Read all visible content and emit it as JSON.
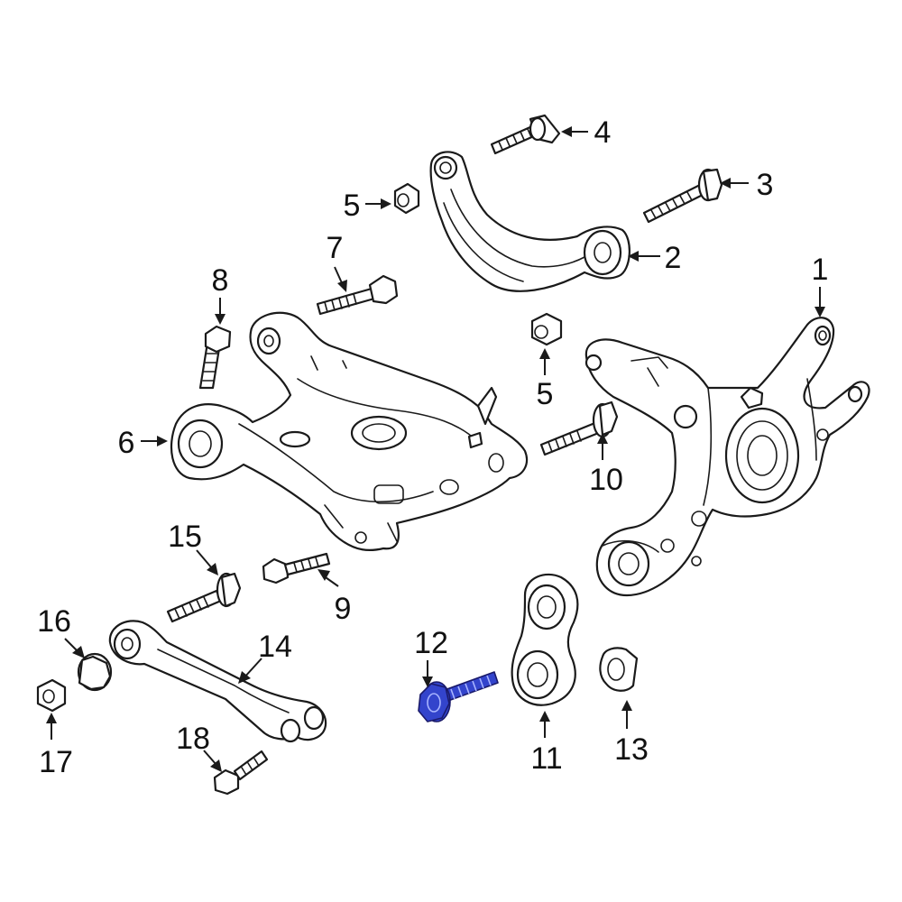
{
  "diagram": {
    "highlight_color": "#3344cc",
    "callouts": [
      {
        "id": "c1",
        "label": "1"
      },
      {
        "id": "c2",
        "label": "2"
      },
      {
        "id": "c3",
        "label": "3"
      },
      {
        "id": "c4",
        "label": "4"
      },
      {
        "id": "c5a",
        "label": "5"
      },
      {
        "id": "c5b",
        "label": "5"
      },
      {
        "id": "c6",
        "label": "6"
      },
      {
        "id": "c7",
        "label": "7"
      },
      {
        "id": "c8",
        "label": "8"
      },
      {
        "id": "c9",
        "label": "9"
      },
      {
        "id": "c10",
        "label": "10"
      },
      {
        "id": "c11",
        "label": "11"
      },
      {
        "id": "c12",
        "label": "12"
      },
      {
        "id": "c13",
        "label": "13"
      },
      {
        "id": "c14",
        "label": "14"
      },
      {
        "id": "c15",
        "label": "15"
      },
      {
        "id": "c16",
        "label": "16"
      },
      {
        "id": "c17",
        "label": "17"
      },
      {
        "id": "c18",
        "label": "18"
      }
    ]
  }
}
